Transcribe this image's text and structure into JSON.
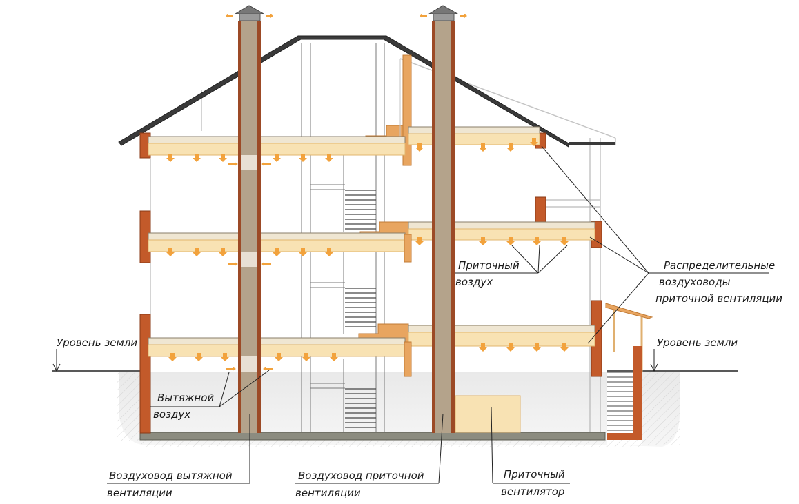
{
  "labels": {
    "ground_level_left": "Уровень земли",
    "ground_level_right": "Уровень земли",
    "supply_air_1": "Приточный",
    "supply_air_2": "воздух",
    "distribution_1": "Распределительные",
    "distribution_2": "воздуховоды",
    "distribution_3": "приточной вентиляции",
    "exhaust_air_1": "Вытяжной",
    "exhaust_air_2": "воздух",
    "exhaust_duct_1": "Воздуховод вытяжной",
    "exhaust_duct_2": "вентиляции",
    "supply_duct_1": "Воздуховод приточной",
    "supply_duct_2": "вентиляции",
    "supply_fan_1": "Приточный",
    "supply_fan_2": "вентилятор"
  },
  "colors": {
    "brick": "#c35a2a",
    "brick_dark": "#8a3a16",
    "duct": "#f8e2b3",
    "duct_edge": "#e2b56c",
    "exhaust_shaft": "#b4a38b",
    "slab": "#efe6d2",
    "arrow": "#f2a23c",
    "ground": "#e8e8e8",
    "roof": "#3a3a3a",
    "stair": "#e8a560"
  }
}
